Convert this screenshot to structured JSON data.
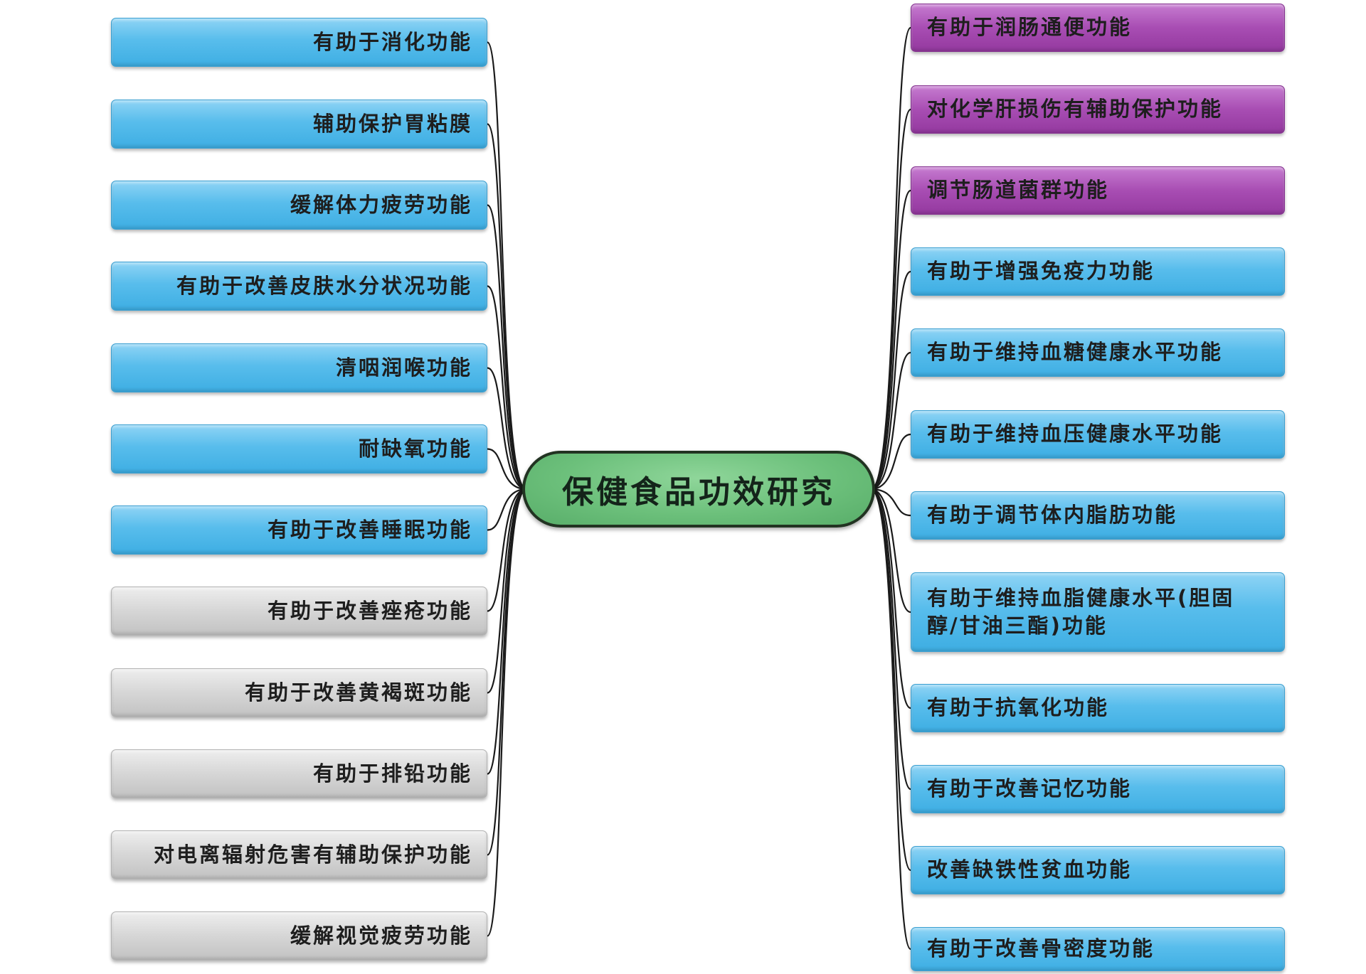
{
  "center": {
    "label": "保健食品功效研究",
    "color": "#6cc07b"
  },
  "colors": {
    "blue": "#4fb8e9",
    "gray": "#d2d2d2",
    "purple": "#a448b0",
    "center": "#6cc07b",
    "line": "#1a1a1a"
  },
  "left_nodes": [
    {
      "label": "有助于消化功能",
      "color": "blue"
    },
    {
      "label": "辅助保护胃粘膜",
      "color": "blue"
    },
    {
      "label": "缓解体力疲劳功能",
      "color": "blue"
    },
    {
      "label": "有助于改善皮肤水分状况功能",
      "color": "blue"
    },
    {
      "label": "清咽润喉功能",
      "color": "blue"
    },
    {
      "label": "耐缺氧功能",
      "color": "blue"
    },
    {
      "label": "有助于改善睡眠功能",
      "color": "blue"
    },
    {
      "label": "有助于改善痤疮功能",
      "color": "gray"
    },
    {
      "label": "有助于改善黄褐斑功能",
      "color": "gray"
    },
    {
      "label": "有助于排铅功能",
      "color": "gray"
    },
    {
      "label": "对电离辐射危害有辅助保护功能",
      "color": "gray"
    },
    {
      "label": "缓解视觉疲劳功能",
      "color": "gray"
    }
  ],
  "right_nodes": [
    {
      "label": "有助于润肠通便功能",
      "color": "purple"
    },
    {
      "label": "对化学肝损伤有辅助保护功能",
      "color": "purple"
    },
    {
      "label": "调节肠道菌群功能",
      "color": "purple"
    },
    {
      "label": "有助于增强免疫力功能",
      "color": "blue"
    },
    {
      "label": "有助于维持血糖健康水平功能",
      "color": "blue"
    },
    {
      "label": "有助于维持血压健康水平功能",
      "color": "blue"
    },
    {
      "label": "有助于调节体内脂肪功能",
      "color": "blue"
    },
    {
      "label": "有助于维持血脂健康水平(胆固 醇/甘油三酯)功能",
      "color": "blue"
    },
    {
      "label": "有助于抗氧化功能",
      "color": "blue"
    },
    {
      "label": "有助于改善记忆功能",
      "color": "blue"
    },
    {
      "label": "改善缺铁性贫血功能",
      "color": "blue"
    },
    {
      "label": "有助于改善骨密度功能",
      "color": "blue"
    }
  ]
}
